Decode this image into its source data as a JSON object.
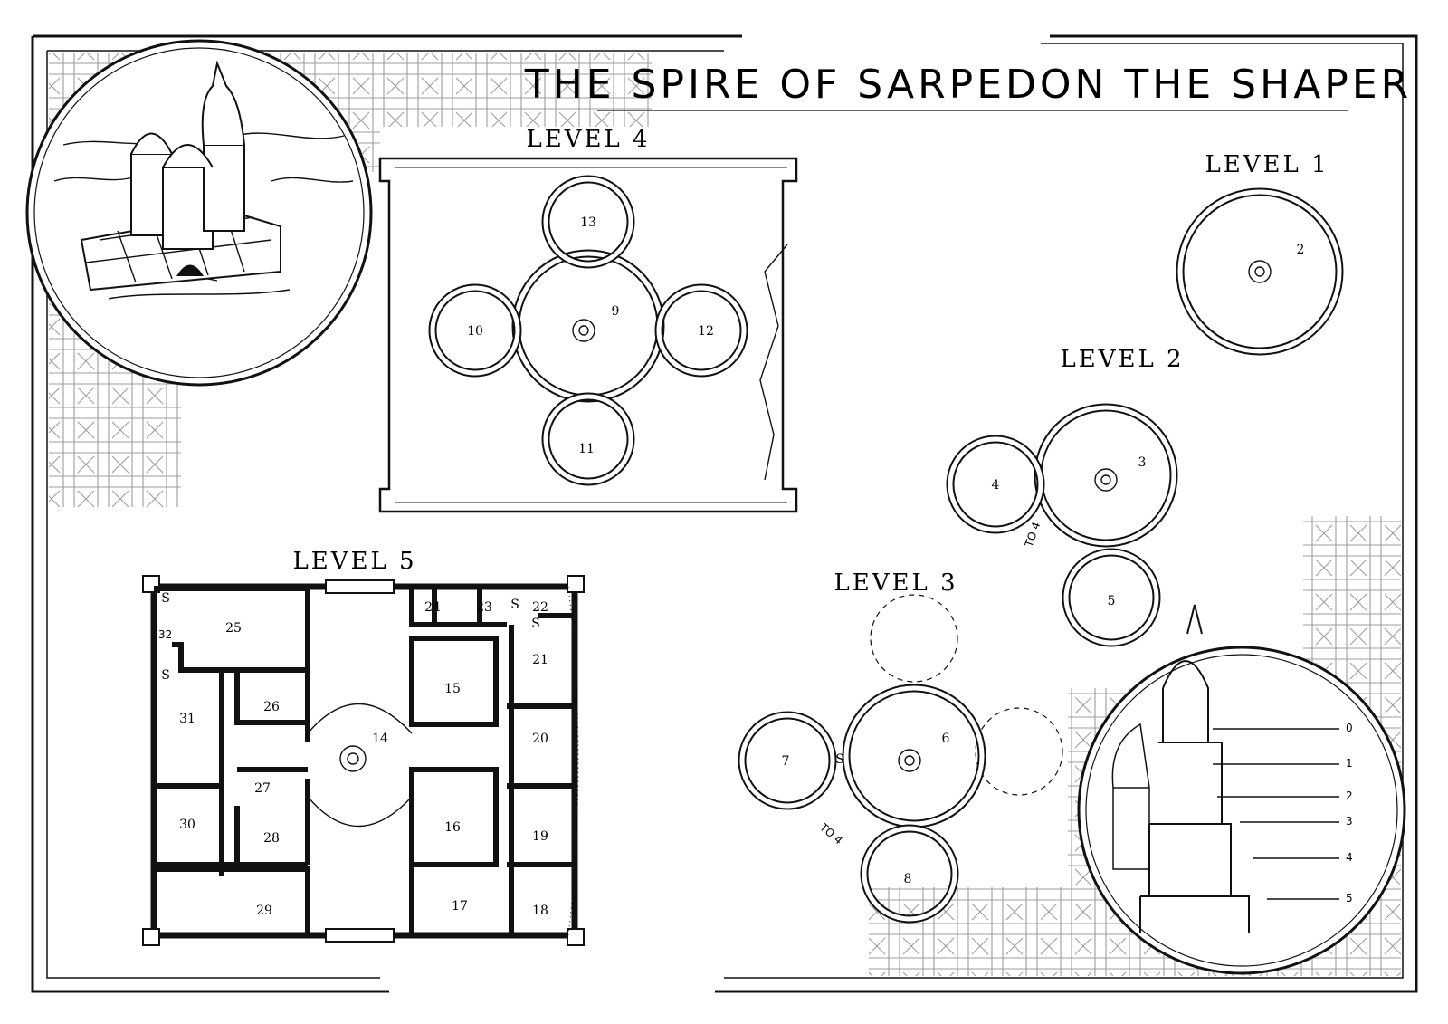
{
  "map": {
    "title": "THE SPIRE OF SARPEDON THE SHAPER",
    "levels": {
      "level1": "LEVEL 1",
      "level2": "LEVEL 2",
      "level3": "LEVEL 3",
      "level4": "LEVEL 4",
      "level5": "LEVEL 5"
    },
    "rooms": [
      "2",
      "3",
      "4",
      "5",
      "6",
      "7",
      "8",
      "9",
      "10",
      "11",
      "12",
      "13",
      "14",
      "15",
      "16",
      "17",
      "18",
      "19",
      "20",
      "21",
      "22",
      "23",
      "24",
      "25",
      "26",
      "27",
      "28",
      "29",
      "30",
      "31",
      "32"
    ],
    "secret_door_mark": "S",
    "stair_notes": {
      "level2_to": "TO 4",
      "level3_to": "TO 4"
    },
    "elevation_legend": [
      "0",
      "1",
      "2",
      "3",
      "4",
      "5"
    ]
  }
}
